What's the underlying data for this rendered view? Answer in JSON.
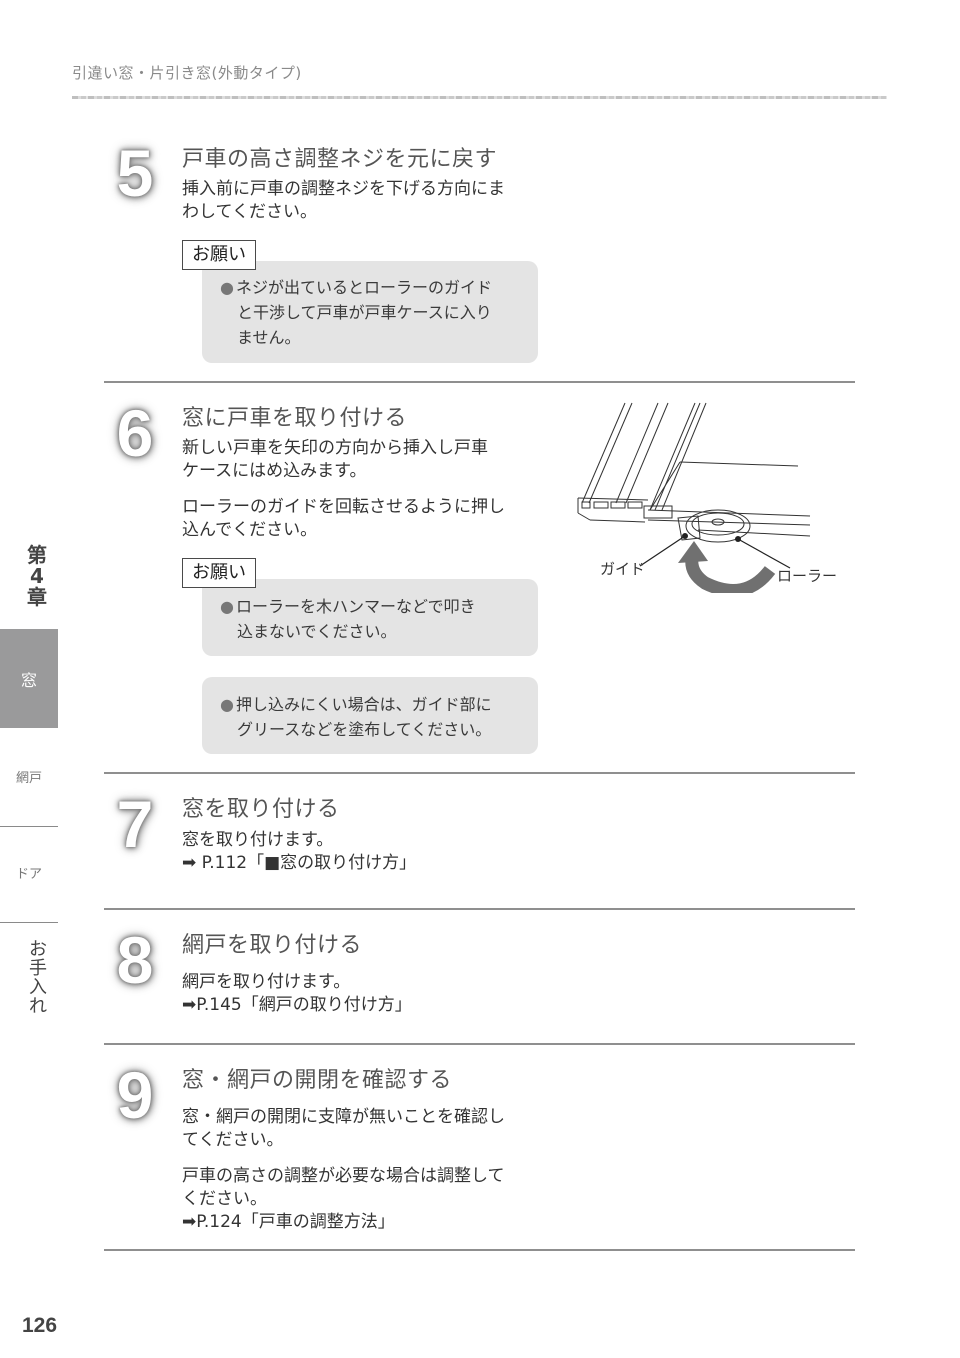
{
  "header": {
    "section_title": "引違い窓・片引き窓(外動タイプ)"
  },
  "sidebar": {
    "chapter": [
      "第",
      "4",
      "章"
    ],
    "active_item": "窓",
    "items": [
      {
        "label": "網戸"
      },
      {
        "label": "ドア"
      }
    ],
    "vertical_item": [
      "お",
      "手",
      "入",
      "れ"
    ]
  },
  "steps": [
    {
      "number": "5",
      "title": "戸車の高さ調整ネジを元に戻す",
      "text": [
        "挿入前に戸車の調整ネジを下げる方向にま",
        "わしてください。"
      ],
      "notice_label": "お願い",
      "notices": [
        {
          "bullet": "●",
          "lines": [
            "ネジが出ているとローラーのガイド",
            "と干渉して戸車が戸車ケースに入り",
            "ません。"
          ]
        }
      ]
    },
    {
      "number": "6",
      "title": "窓に戸車を取り付ける",
      "text": [
        "新しい戸車を矢印の方向から挿入し戸車",
        "ケースにはめ込みます。"
      ],
      "text2": [
        "ローラーのガイドを回転させるように押し",
        "込んでください。"
      ],
      "notice_label": "お願い",
      "notices": [
        {
          "bullet": "●",
          "lines": [
            "ローラーを木ハンマーなどで叩き",
            "込まないでください。"
          ]
        },
        {
          "bullet": "●",
          "lines": [
            "押し込みにくい場合は、ガイド部に",
            "グリースなどを塗布してください。"
          ]
        }
      ],
      "illustration": {
        "label_guide": "ガイド",
        "label_roller": "ローラー"
      }
    },
    {
      "number": "7",
      "title": "窓を取り付ける",
      "text": [
        "窓を取り付けます。",
        "➡ P.112「■窓の取り付け方」"
      ]
    },
    {
      "number": "8",
      "title": "網戸を取り付ける",
      "text": [
        "網戸を取り付けます。",
        "➡P.145「網戸の取り付け方」"
      ]
    },
    {
      "number": "9",
      "title": "窓・網戸の開閉を確認する",
      "text": [
        "窓・網戸の開閉に支障が無いことを確認し",
        "てください。"
      ],
      "text2": [
        "戸車の高さの調整が必要な場合は調整して",
        "ください。",
        "➡P.124「戸車の調整方法」"
      ]
    }
  ],
  "footer": {
    "page_number": "126"
  }
}
